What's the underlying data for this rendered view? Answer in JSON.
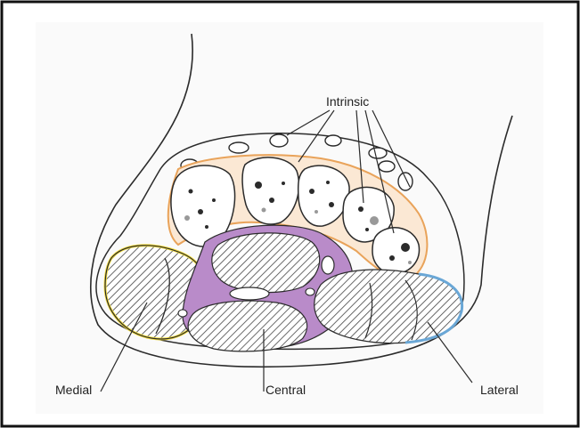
{
  "labels": {
    "intrinsic": "Intrinsic",
    "medial": "Medial",
    "central": "Central",
    "lateral": "Lateral"
  },
  "colors": {
    "medial_outline": "#f3dc3a",
    "intrinsic_outline": "#e9a35a",
    "central_fill": "#b98bc9",
    "lateral_outline": "#6aa7d6",
    "line": "#2b2b2b"
  }
}
